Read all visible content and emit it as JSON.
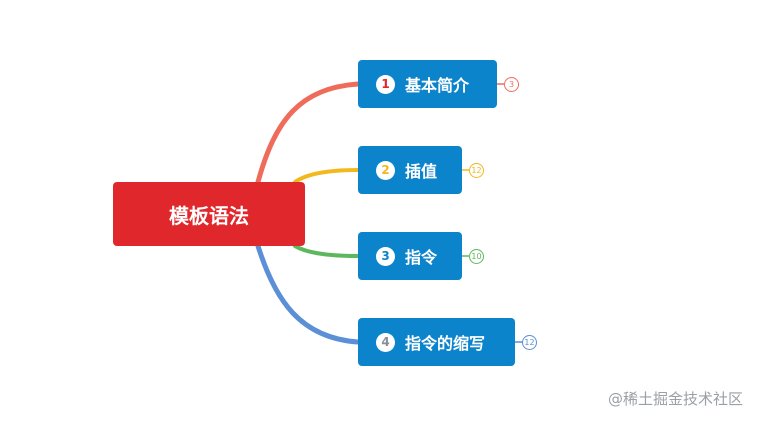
{
  "central": {
    "label": "模板语法",
    "color": "#e0282c"
  },
  "topics": [
    {
      "num": "1",
      "label": "基本简介",
      "count": "3",
      "color": "#ef6c5b"
    },
    {
      "num": "2",
      "label": "插值",
      "count": "12",
      "color": "#f3b81b"
    },
    {
      "num": "3",
      "label": "指令",
      "count": "10",
      "color": "#5cb85c"
    },
    {
      "num": "4",
      "label": "指令的缩写",
      "count": "12",
      "color": "#5b8fd6"
    }
  ],
  "topic_color": "#0c84cc",
  "watermark": "@稀土掘金技术社区"
}
